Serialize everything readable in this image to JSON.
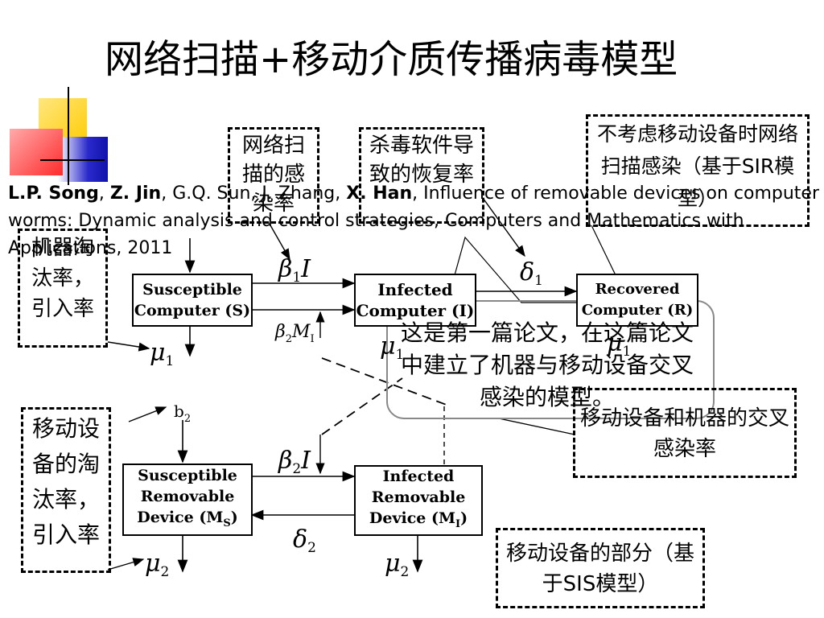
{
  "slide": {
    "title": "网络扫描+移动介质传播病毒模型"
  },
  "notes": {
    "network_scan_rate": "网络扫描的感染率",
    "antivirus_recovery": "杀毒软件导致的恢复率",
    "no_mobile": "不考虑移动设备时网络扫描感染（基于SIR模型）",
    "machine_rates": "机器淘汰率，引入率",
    "mobile_rates": "移动设备的淘汰率，引入率",
    "cross_infection": "移动设备和机器的交叉感染率",
    "mobile_part": "移动设备的部分（基于SIS模型）"
  },
  "reference": {
    "a1": "L.P. Song",
    "sep1": ", ",
    "a2": "Z. Jin",
    "sep2": ", G.Q. Sun, J. Zhang, ",
    "a3": "X. Han",
    "rest": ", Influence of removable devices on computer worms: Dynamic analysis and control strategies, Computers and Mathematics with Applications, 2011"
  },
  "callout": {
    "text": "这是第一篇论文，在这篇论文中建立了机器与移动设备交叉感染的模型。"
  },
  "nodes": {
    "susceptible_computer": {
      "line1": "Susceptible",
      "line2": "Computer (S)"
    },
    "infected_computer": {
      "line1": "Infected",
      "line2": "Computer (I)"
    },
    "recovered_computer": {
      "line1": "Recovered",
      "line2": "Computer (R)"
    },
    "susceptible_device": {
      "line1": "Susceptible",
      "line2": "Removable",
      "line3": "Device (M",
      "line3_sub": "S",
      "line3_end": ")"
    },
    "infected_device": {
      "line1": "Infected",
      "line2": "Removable",
      "line3": "Device (M",
      "line3_sub": "I",
      "line3_end": ")"
    }
  },
  "symbols": {
    "beta1_I": {
      "base": "β",
      "sub": "1",
      "tail": "I"
    },
    "delta1": {
      "base": "δ",
      "sub": "1"
    },
    "beta2_MI": {
      "base": "β",
      "sub": "2",
      "tail": "M",
      "tail_sub": "I"
    },
    "mu1_left": {
      "base": "μ",
      "sub": "1"
    },
    "mu1_mid": {
      "base": "μ",
      "sub": "1"
    },
    "mu1_right": {
      "base": "μ",
      "sub": "1"
    },
    "b2": {
      "base": "b",
      "sub": "2"
    },
    "beta2_I": {
      "base": "β",
      "sub": "2",
      "tail": "I"
    },
    "delta2": {
      "base": "δ",
      "sub": "2"
    },
    "mu2_left": {
      "base": "μ",
      "sub": "2"
    },
    "mu2_right": {
      "base": "μ",
      "sub": "2"
    }
  },
  "colors": {
    "deco_yellow": "#ffcc00",
    "deco_red": "#ff3333",
    "deco_blue": "#2222cc"
  }
}
